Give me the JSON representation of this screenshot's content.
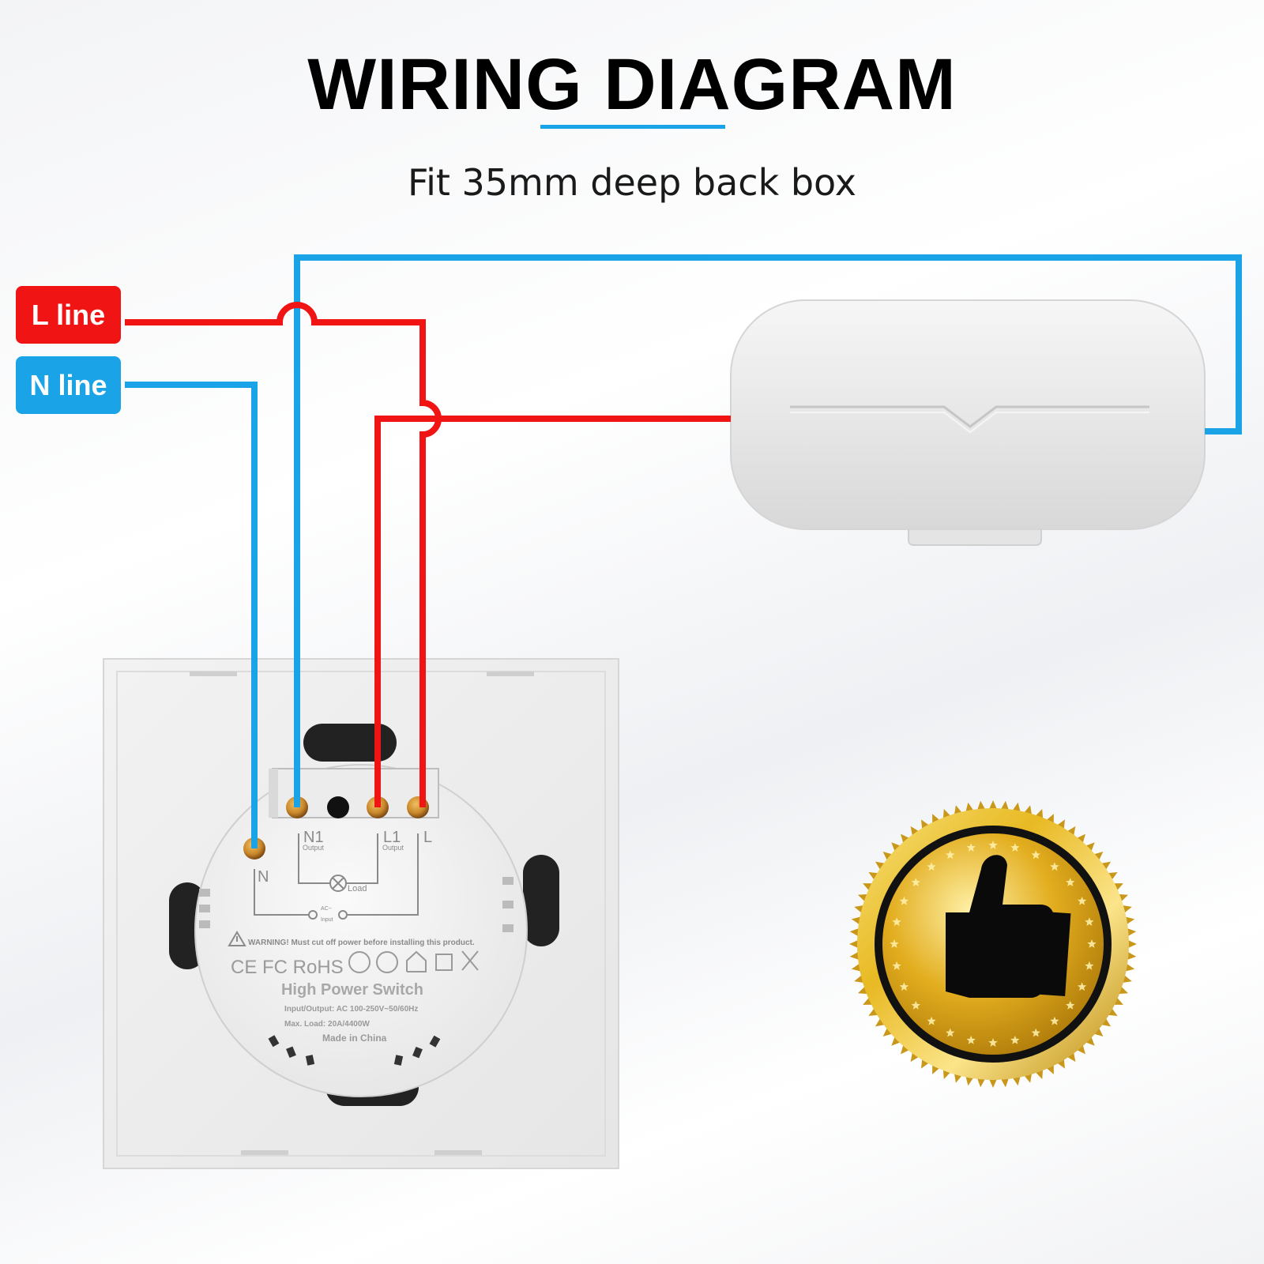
{
  "header": {
    "title": "WIRING DIAGRAM",
    "subtitle": "Fit 35mm deep back box"
  },
  "badges": {
    "l_line": "L line",
    "n_line": "N line"
  },
  "module": {
    "terminal_n1": "N1",
    "terminal_l1": "L1",
    "terminal_l": "L",
    "terminal_n": "N",
    "output_label_1": "Output",
    "output_label_2": "Output",
    "load_label": "Load",
    "ac_label": "AC~",
    "input_label": "Input",
    "warning": "WARNING! Must cut off power before installing this product.",
    "cert_marks": "CE FC RoHS",
    "product_name": "High Power Switch",
    "spec_io": "Input/Output: AC 100-250V~50/60Hz",
    "spec_load": "Max. Load: 20A/4400W",
    "origin": "Made in China"
  },
  "colors": {
    "live_wire": "#f01414",
    "neutral_wire": "#1ba3e8",
    "accent_underline": "#1ba3e8",
    "seal_gold": "#d4a017"
  },
  "icons": {
    "seal": "gold-seal-thumbs-up-icon",
    "warning": "warning-triangle-icon"
  }
}
